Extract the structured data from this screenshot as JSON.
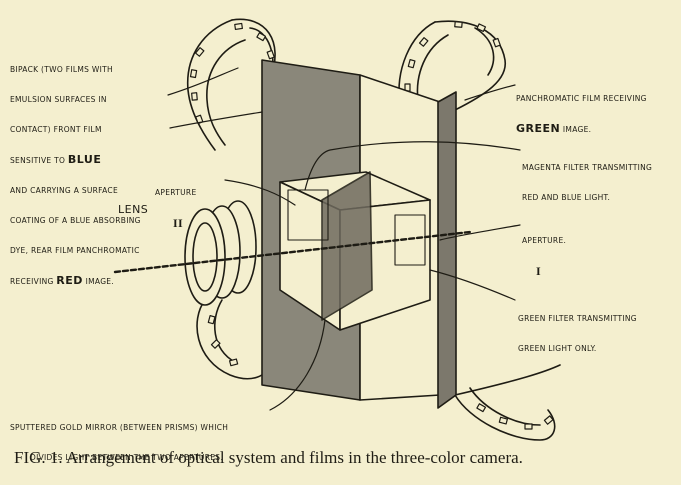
{
  "labels": {
    "bipack": [
      "BIPACK (TWO FILMS WITH",
      "EMULSION SURFACES IN",
      "CONTACT) FRONT FILM"
    ],
    "bipack_blue_prefix": "SENSITIVE TO ",
    "bipack_blue_word": "BLUE",
    "bipack_mid": [
      "AND CARRYING A SURFACE",
      "COATING OF A BLUE ABSORBING",
      "DYE, REAR FILM PANCHROMATIC"
    ],
    "bipack_red_prefix": "RECEIVING ",
    "bipack_red_word": "RED",
    "bipack_red_suffix": " IMAGE.",
    "panchromatic": "PANCHROMATIC FILM RECEIVING",
    "green_word": "GREEN",
    "green_suffix": " IMAGE.",
    "magenta": [
      "MAGENTA FILTER TRANSMITTING",
      "RED AND BLUE LIGHT."
    ],
    "aperture_ii": "APERTURE",
    "aperture_ii_numeral": "II",
    "lens": "LENS",
    "aperture_i": "APERTURE.",
    "aperture_i_numeral": "I",
    "green_filter": [
      "GREEN FILTER TRANSMITTING",
      "GREEN LIGHT ONLY."
    ],
    "gold_mirror": [
      "SPUTTERED GOLD MIRROR (BETWEEN PRISMS) WHICH",
      "DIVIDES LIGHT BETWEEN THE TWO APERTURES."
    ]
  },
  "caption": "FIG. 1.  Arrangement of optical system and films in the three-color camera.",
  "colors": {
    "background": "#f4efcf",
    "ink": "#1e1c14",
    "panel": "#8a877a",
    "mirror": "#6f6a5e"
  }
}
